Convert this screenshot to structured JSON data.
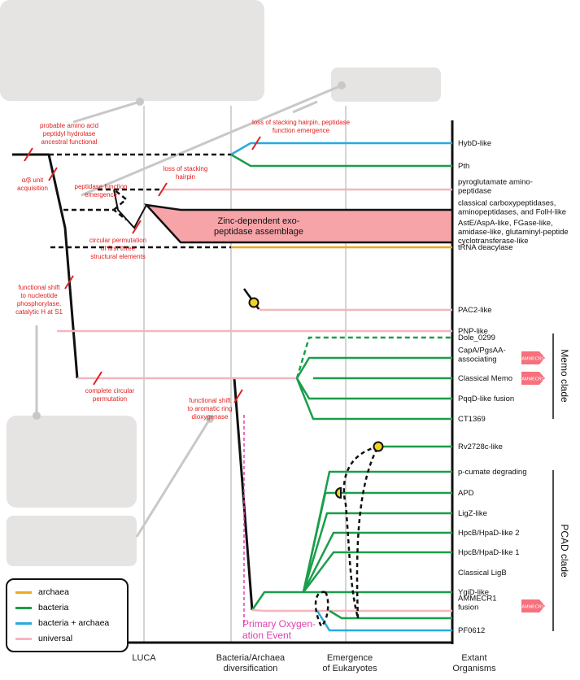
{
  "eras": [
    "LUCA",
    "Bacteria/Archaea diversification",
    "Emergence of Eukaryotes",
    "Extant Organisms"
  ],
  "eras_split": [
    [
      "LUCA"
    ],
    [
      "Bacteria/Archaea",
      "diversification"
    ],
    [
      "Emergence",
      "of Eukaryotes"
    ],
    [
      "Extant",
      "Organisms"
    ]
  ],
  "families": [
    "HybD-like",
    "Pth",
    "pyroglutamate amino-peptidase",
    "classical carboxypeptidases, aminopeptidases, and FolH-like",
    "AstE/AspA-like, FGase-like, amidase-like, glutaminyl-peptide cyclotransferase-like",
    "tRNA deacylase",
    "PAC2-like",
    "PNP-like",
    "Dole_0299",
    "CapA/PgsAA-associating",
    "Classical Memo",
    "PqqD-like fusion",
    "CT1369",
    "Rv2728c-like",
    "p-cumate degrading",
    "APD",
    "LigZ-like",
    "HpcB/HpaD-like 2",
    "HpcB/HpaD-like 1",
    "Classical LigB",
    "YgiD-like",
    "AMMECR1 fusion",
    "PF0612"
  ],
  "family_lines": {
    "pyro": [
      "pyroglutamate amino-",
      "peptidase"
    ],
    "classical": [
      "classical carboxypeptidases,",
      "aminopeptidases, and FolH-like"
    ],
    "aste": [
      "AstE/AspA-like, FGase-like,",
      "amidase-like, glutaminyl-peptide",
      "cyclotransferase-like"
    ],
    "capa": [
      "CapA/PgsAA-",
      "associating"
    ],
    "ammecr1": [
      "AMMECR1",
      "fusion"
    ]
  },
  "clades": [
    "Memo clade",
    "PCAD clade"
  ],
  "assemblage": [
    "Zinc-dependent exo-",
    "peptidase assemblage"
  ],
  "oxygen_event": [
    "Primary Oxygen-",
    "ation Event"
  ],
  "events": {
    "probable": [
      "probable amino acid",
      "peptidyl hydrolase",
      "ancestral functional"
    ],
    "ab_unit": [
      "α/β unit",
      "acquisition"
    ],
    "peptidase_emergence": [
      "peptidase function",
      "emergence"
    ],
    "loss_hairpin": [
      "loss of stacking",
      "hairpin"
    ],
    "loss_hairpin_peptidase": [
      "loss of stacking hairpin, peptidase",
      "function emergence"
    ],
    "circular_perm": [
      "circular permutation",
      "of first three",
      "structural elements"
    ],
    "functional_shift_np": [
      "functional shift",
      "to nucleotide",
      "phosphorylase,",
      "catalytic H at S1"
    ],
    "complete_circular": [
      "complete circular",
      "permutation"
    ],
    "aromatic": [
      "functional shift",
      "to aromatic ring",
      "dioxygenase"
    ]
  },
  "domain_tag": "AMMECR1",
  "legend": [
    {
      "label": "archaea",
      "color": "#f0a818"
    },
    {
      "label": "bacteria",
      "color": "#1a9e4a"
    },
    {
      "label": "bacteria + archaea",
      "color": "#29a9e0"
    },
    {
      "label": "universal",
      "color": "#f4b6bd"
    }
  ],
  "colors": {
    "archaea": "#f0a818",
    "bacteria": "#1a9e4a",
    "bacteria_archaea": "#29a9e0",
    "universal": "#f4b6bd",
    "event": "#e02020",
    "oxygen": "#e040b0"
  }
}
